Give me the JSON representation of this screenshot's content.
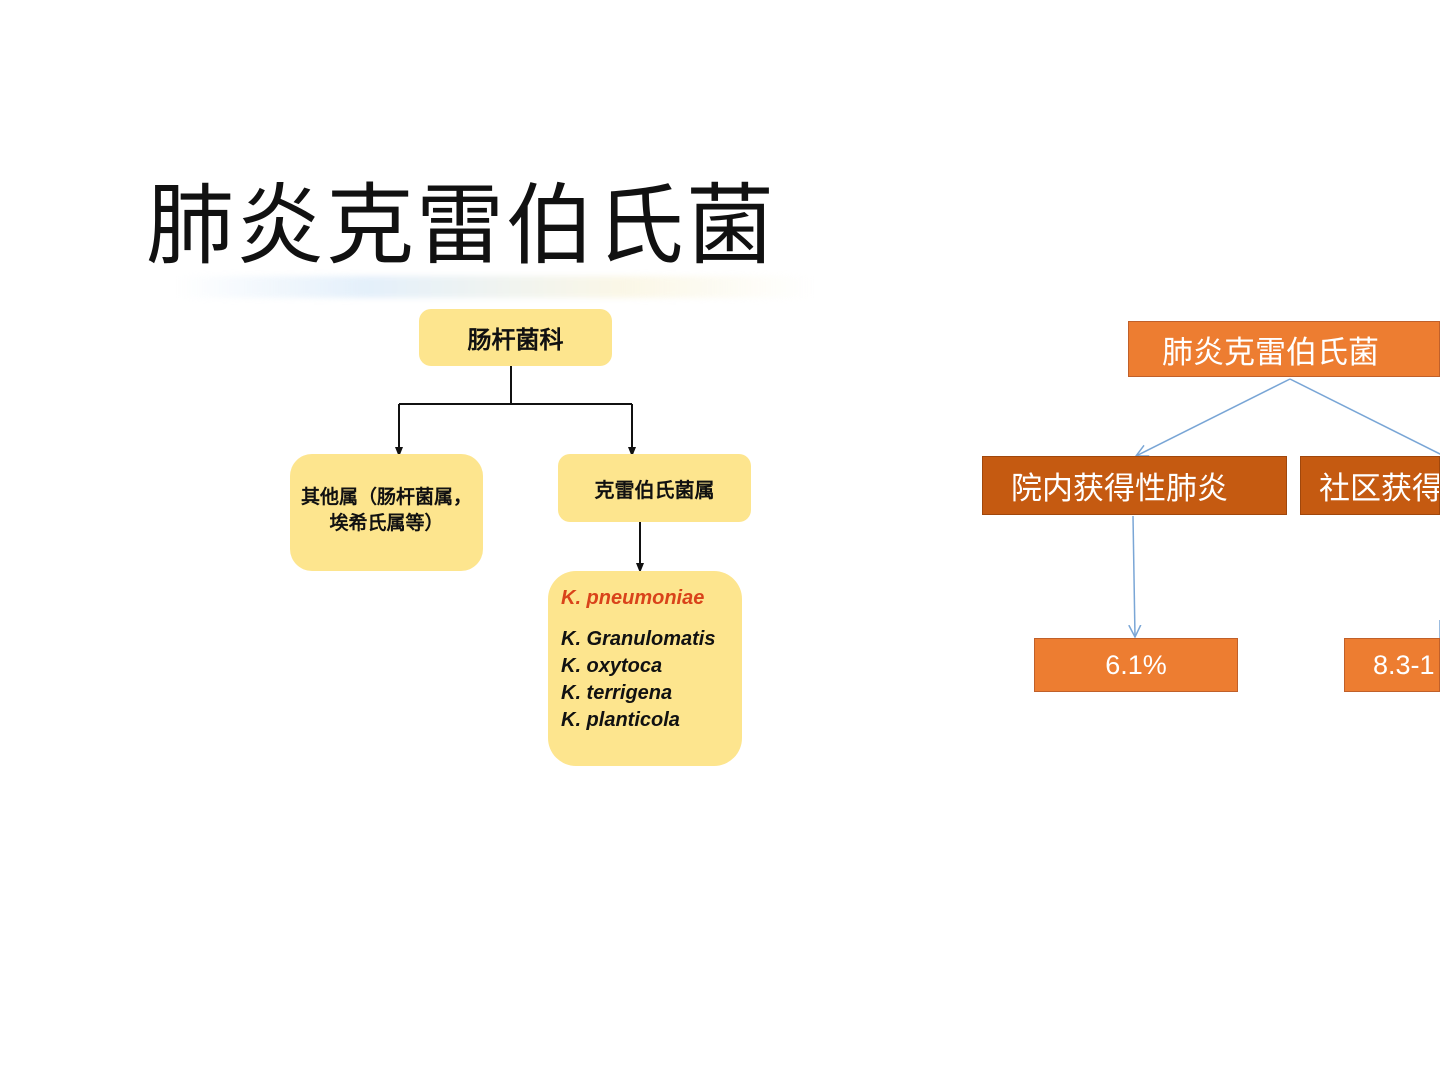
{
  "slide": {
    "title": "肺炎克雷伯氏菌"
  },
  "left_tree": {
    "root": "肠杆菌科",
    "other_genera": {
      "line1": "其他属（肠杆菌属，",
      "line2": "埃希氏属等）"
    },
    "klebsiella_genus": "克雷伯氏菌属",
    "species": {
      "highlight": "K. pneumoniae",
      "others": [
        "K. Granulomatis",
        "K. oxytoca",
        "K. terrigena",
        "K. planticola"
      ]
    }
  },
  "right_tree": {
    "root": "肺炎克雷伯氏菌",
    "categories": [
      "院内获得性肺炎",
      "社区获得"
    ],
    "values": [
      "6.1%",
      "8.3-1"
    ]
  },
  "colors": {
    "yellow_box": "#fde58e",
    "accent_red": "#d9431a",
    "orange_light": "#ed7d31",
    "orange_dark": "#c55a11",
    "blue_connector": "#7aa6d6"
  }
}
